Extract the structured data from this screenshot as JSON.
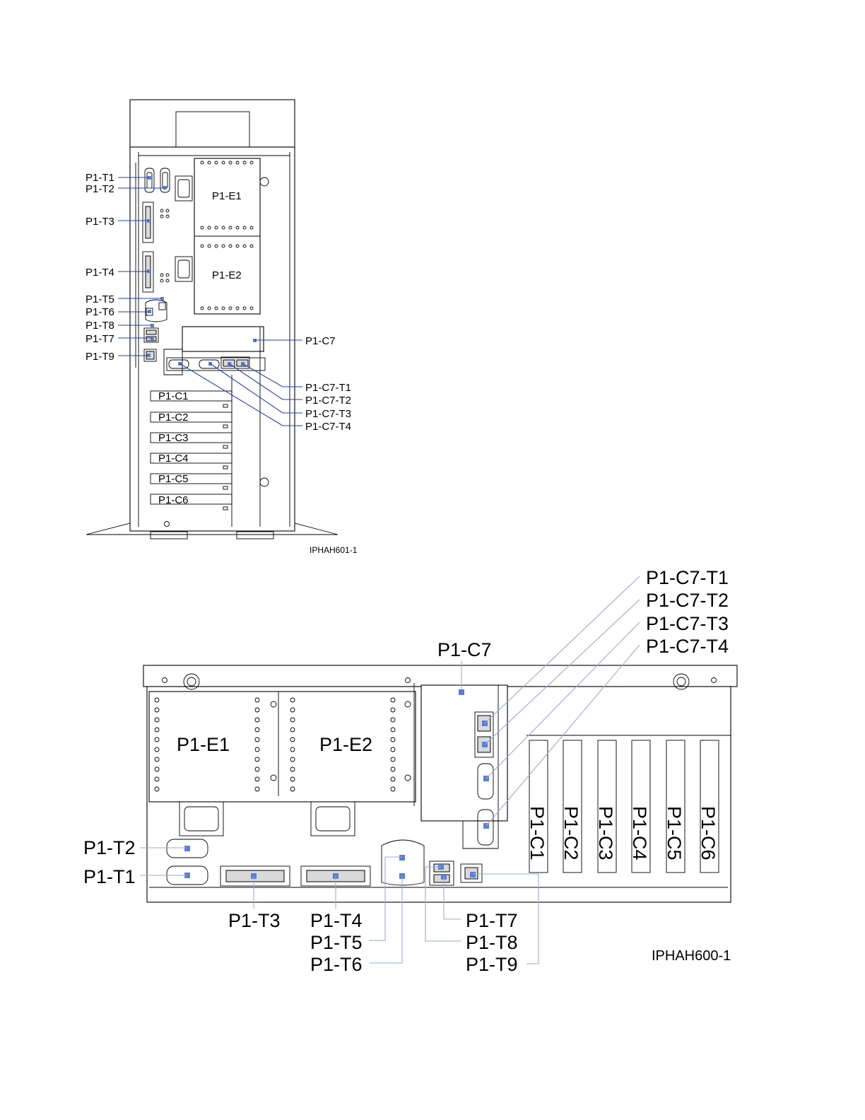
{
  "figures": {
    "tower": {
      "figure_id": "IPHAH601-1",
      "labels": {
        "t1": "P1-T1",
        "t2": "P1-T2",
        "t3": "P1-T3",
        "t4": "P1-T4",
        "t5": "P1-T5",
        "t6": "P1-T6",
        "t8": "P1-T8",
        "t7": "P1-T7",
        "t9": "P1-T9",
        "e1": "P1-E1",
        "e2": "P1-E2",
        "c7": "P1-C7",
        "c7t1": "P1-C7-T1",
        "c7t2": "P1-C7-T2",
        "c7t3": "P1-C7-T3",
        "c7t4": "P1-C7-T4",
        "c1": "P1-C1",
        "c2": "P1-C2",
        "c3": "P1-C3",
        "c4": "P1-C4",
        "c5": "P1-C5",
        "c6": "P1-C6"
      }
    },
    "rack": {
      "figure_id": "IPHAH600-1",
      "labels": {
        "c7t1": "P1-C7-T1",
        "c7t2": "P1-C7-T2",
        "c7t3": "P1-C7-T3",
        "c7t4": "P1-C7-T4",
        "c7": "P1-C7",
        "e1": "P1-E1",
        "e2": "P1-E2",
        "t2": "P1-T2",
        "t1": "P1-T1",
        "t3": "P1-T3",
        "t4": "P1-T4",
        "t5": "P1-T5",
        "t6": "P1-T6",
        "t7": "P1-T7",
        "t8": "P1-T8",
        "t9": "P1-T9",
        "c1": "P1-C1",
        "c2": "P1-C2",
        "c3": "P1-C3",
        "c4": "P1-C4",
        "c5": "P1-C5",
        "c6": "P1-C6"
      }
    }
  },
  "colors": {
    "leader": "#1f3fbf",
    "leader_light": "#9aa9dc",
    "port_marker": "#5b7fd6"
  }
}
